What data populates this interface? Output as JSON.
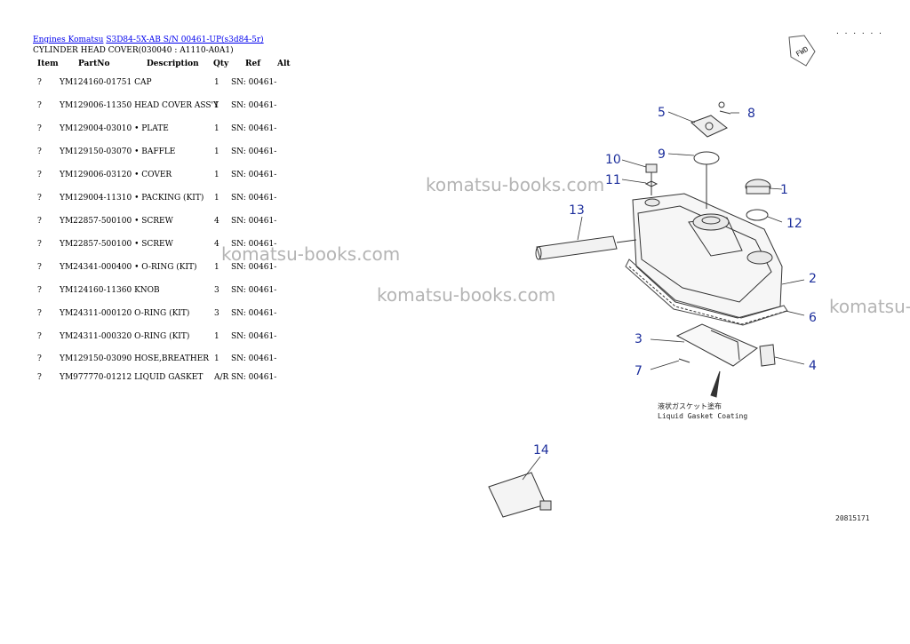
{
  "breadcrumb": {
    "link1": "Engines Komatsu",
    "link2": "S3D84-5X-AB S/N 00461-UP(s3d84-5r)"
  },
  "subtitle": "CYLINDER HEAD COVER(030040 : A1110-A0A1)",
  "table": {
    "headers": {
      "item": "Item",
      "part": "PartNo",
      "desc": "Description",
      "qty": "Qty",
      "ref": "Ref",
      "alt": "Alt"
    },
    "rows": [
      {
        "item": "?",
        "part": "YM124160-01751",
        "desc": "CAP",
        "qty": "1",
        "ref": "SN: 00461-"
      },
      {
        "item": "?",
        "part": "YM129006-11350",
        "desc": "HEAD COVER ASS'Y",
        "qty": "1",
        "ref": "SN: 00461-"
      },
      {
        "item": "?",
        "part": "YM129004-03010",
        "desc": "• PLATE",
        "qty": "1",
        "ref": "SN: 00461-"
      },
      {
        "item": "?",
        "part": "YM129150-03070",
        "desc": "• BAFFLE",
        "qty": "1",
        "ref": "SN: 00461-"
      },
      {
        "item": "?",
        "part": "YM129006-03120",
        "desc": "• COVER",
        "qty": "1",
        "ref": "SN: 00461-"
      },
      {
        "item": "?",
        "part": "YM129004-11310",
        "desc": "• PACKING (KIT)",
        "qty": "1",
        "ref": "SN: 00461-"
      },
      {
        "item": "?",
        "part": "YM22857-500100",
        "desc": "• SCREW",
        "qty": "4",
        "ref": "SN: 00461-"
      },
      {
        "item": "?",
        "part": "YM22857-500100",
        "desc": "• SCREW",
        "qty": "4",
        "ref": "SN: 00461-"
      },
      {
        "item": "?",
        "part": "YM24341-000400",
        "desc": "• O-RING (KIT)",
        "qty": "1",
        "ref": "SN: 00461-"
      },
      {
        "item": "?",
        "part": "YM124160-11360",
        "desc": "KNOB",
        "qty": "3",
        "ref": "SN: 00461-"
      },
      {
        "item": "?",
        "part": "YM24311-000120",
        "desc": "O-RING (KIT)",
        "qty": "3",
        "ref": "SN: 00461-"
      },
      {
        "item": "?",
        "part": "YM24311-000320",
        "desc": "O-RING (KIT)",
        "qty": "1",
        "ref": "SN: 00461-"
      },
      {
        "item": "?",
        "part": "YM129150-03090",
        "desc": "HOSE,BREATHER",
        "qty": "1",
        "ref": "SN: 00461-"
      },
      {
        "item": "?",
        "part": "YM977770-01212",
        "desc": "LIQUID GASKET",
        "qty": "A/R",
        "ref": "SN: 00461-"
      }
    ]
  },
  "diagram": {
    "callouts": [
      "1",
      "2",
      "3",
      "4",
      "5",
      "6",
      "7",
      "8",
      "9",
      "10",
      "11",
      "12",
      "13",
      "14"
    ],
    "fwd_label": "FWD",
    "note_jp": "液状ガスケット塗布",
    "note_en": "Liquid Gasket Coating",
    "drawing_number": "20815171",
    "top_right_code": "· · · · · ·",
    "callout_color": "#1d2f9c"
  },
  "watermark": "komatsu-books.com"
}
